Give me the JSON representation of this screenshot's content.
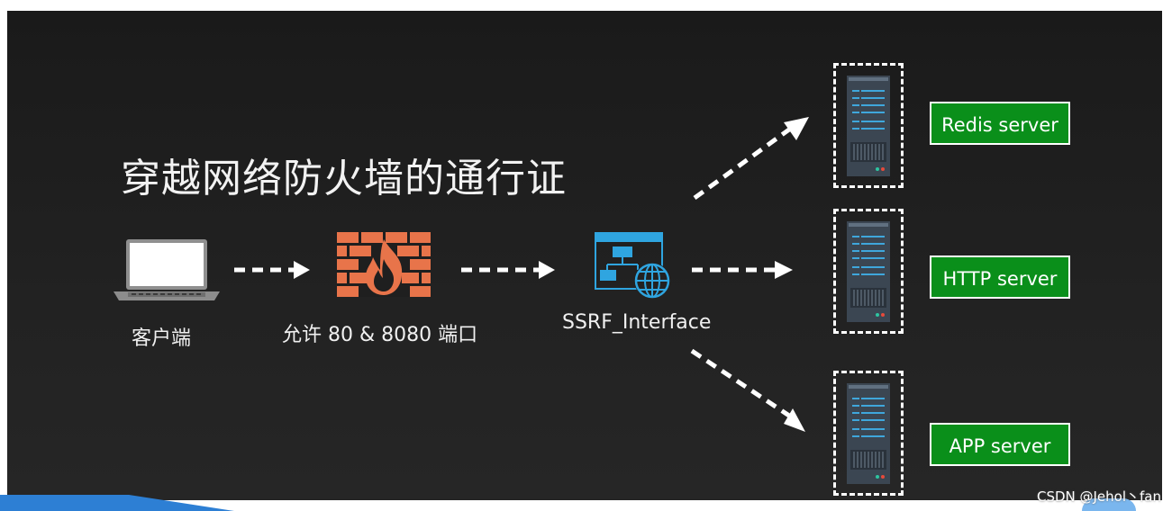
{
  "title": "穿越网络防火墙的通行证",
  "nodes": {
    "client_label": "客户端",
    "firewall_label": "允许 80 & 8080 端口",
    "ssrf_label": "SSRF_Interface"
  },
  "servers": [
    {
      "label": "Redis server"
    },
    {
      "label": "HTTP server"
    },
    {
      "label": "APP server"
    }
  ],
  "colors": {
    "background": "#1e1e1e",
    "server_label_bg": "#0a8f1a",
    "firewall_brick": "#e8744a",
    "interface_blue": "#2fa5e0"
  },
  "watermark": "CSDN @Jehol丶fan"
}
